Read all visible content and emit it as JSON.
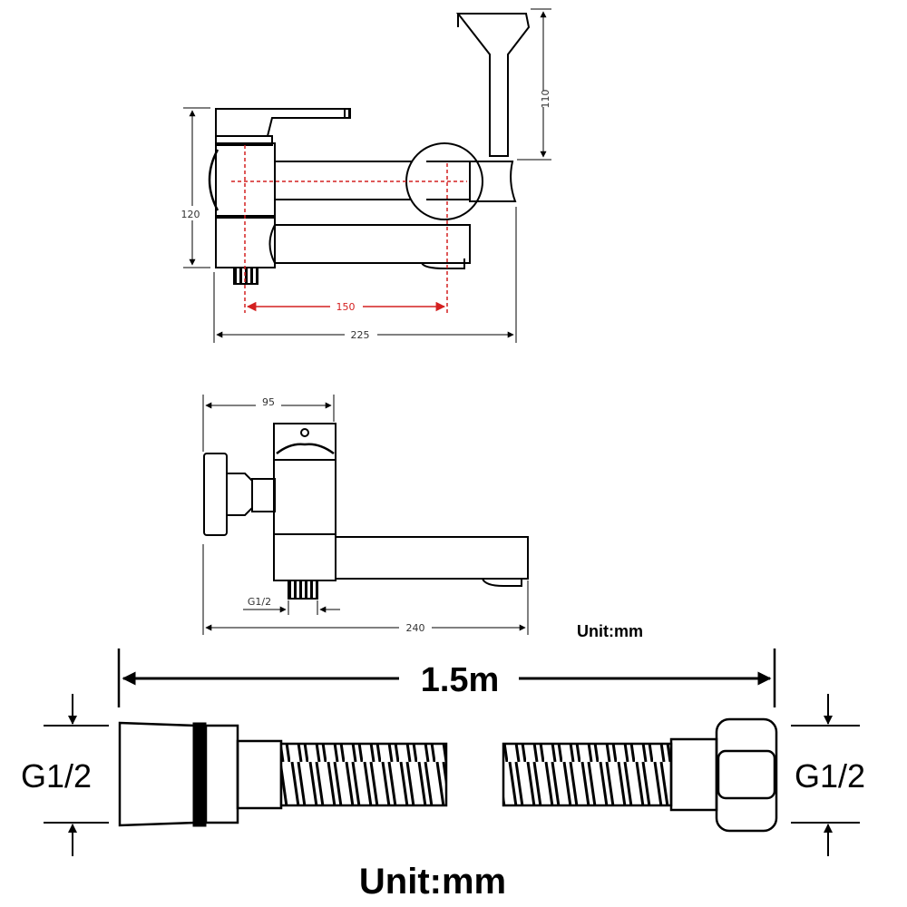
{
  "top_view": {
    "height_dim": "120",
    "handshower_dim": "110",
    "centers_dim": "150",
    "width_dim": "225"
  },
  "side_view": {
    "depth_dim": "95",
    "thread_dim": "G1/2",
    "length_dim": "240",
    "unit_label": "Unit:mm"
  },
  "hose": {
    "length_label": "1.5m",
    "left_thread": "G1/2",
    "right_thread": "G1/2",
    "unit_label": "Unit:mm"
  },
  "colors": {
    "line": "#000000",
    "dimension_red": "#d42020",
    "background": "#ffffff"
  }
}
